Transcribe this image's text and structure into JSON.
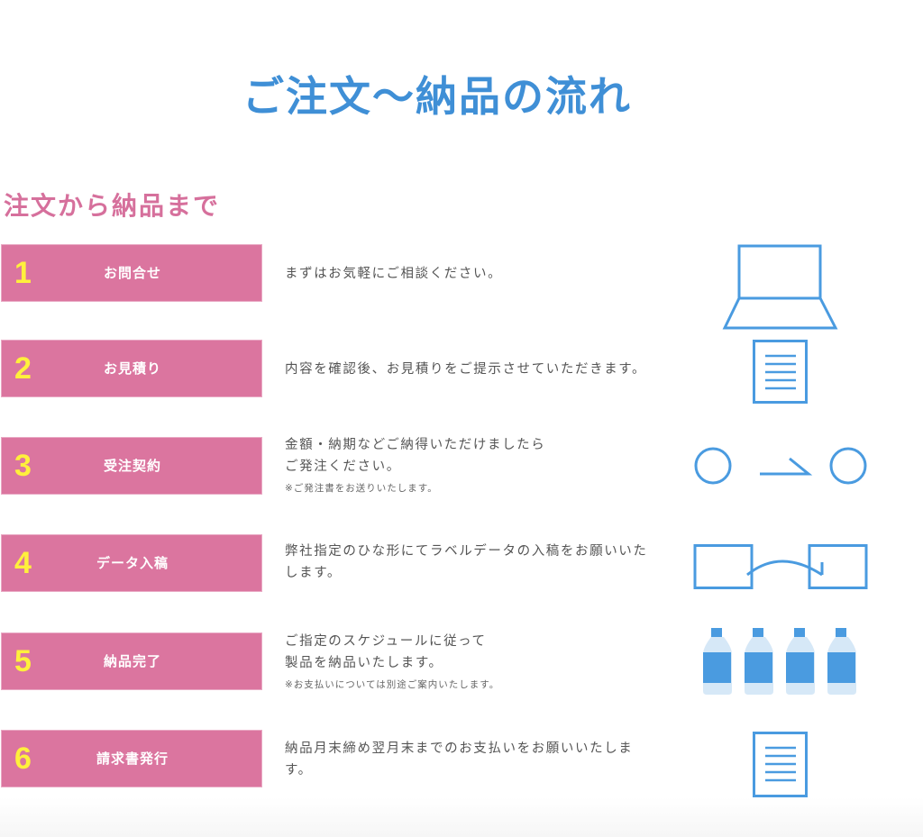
{
  "page": {
    "title": "ご注文〜納品の流れ",
    "section_title": "注文から納品まで"
  },
  "colors": {
    "title_blue": "#3f8fd6",
    "section_pink": "#d6709c",
    "bar_pink": "#db759f",
    "number_yellow": "#fff03c",
    "icon_blue": "#4a9be0",
    "icon_light_blue": "#d6e8f7"
  },
  "steps": [
    {
      "number": "1",
      "label": "お問合せ",
      "description": [
        "まずはお気軽にご相談ください。"
      ],
      "note": "",
      "icon": "laptop-icon"
    },
    {
      "number": "2",
      "label": "お見積り",
      "description": [
        "内容を確認後、お見積りをご提示させていただきます。"
      ],
      "note": "",
      "icon": "document-icon"
    },
    {
      "number": "3",
      "label": "受注契約",
      "description": [
        "金額・納期などご納得いただけましたら",
        "ご発注ください。"
      ],
      "note": "※ご発注書をお送りいたします。",
      "icon": "order-exchange-icon"
    },
    {
      "number": "4",
      "label": "データ入稿",
      "description": [
        "弊社指定のひな形にてラベルデータの入稿をお願いいた",
        "します。"
      ],
      "note": "",
      "icon": "data-transfer-icon"
    },
    {
      "number": "5",
      "label": "納品完了",
      "description": [
        "ご指定のスケジュールに従って",
        "製品を納品いたします。"
      ],
      "note": "※お支払いについては別途ご案内いたします。",
      "icon": "bottles-icon"
    },
    {
      "number": "6",
      "label": "請求書発行",
      "description": [
        "納品月末締め翌月末までのお支払いをお願いいたしま",
        "す。"
      ],
      "note": "",
      "icon": "invoice-document-icon"
    }
  ]
}
